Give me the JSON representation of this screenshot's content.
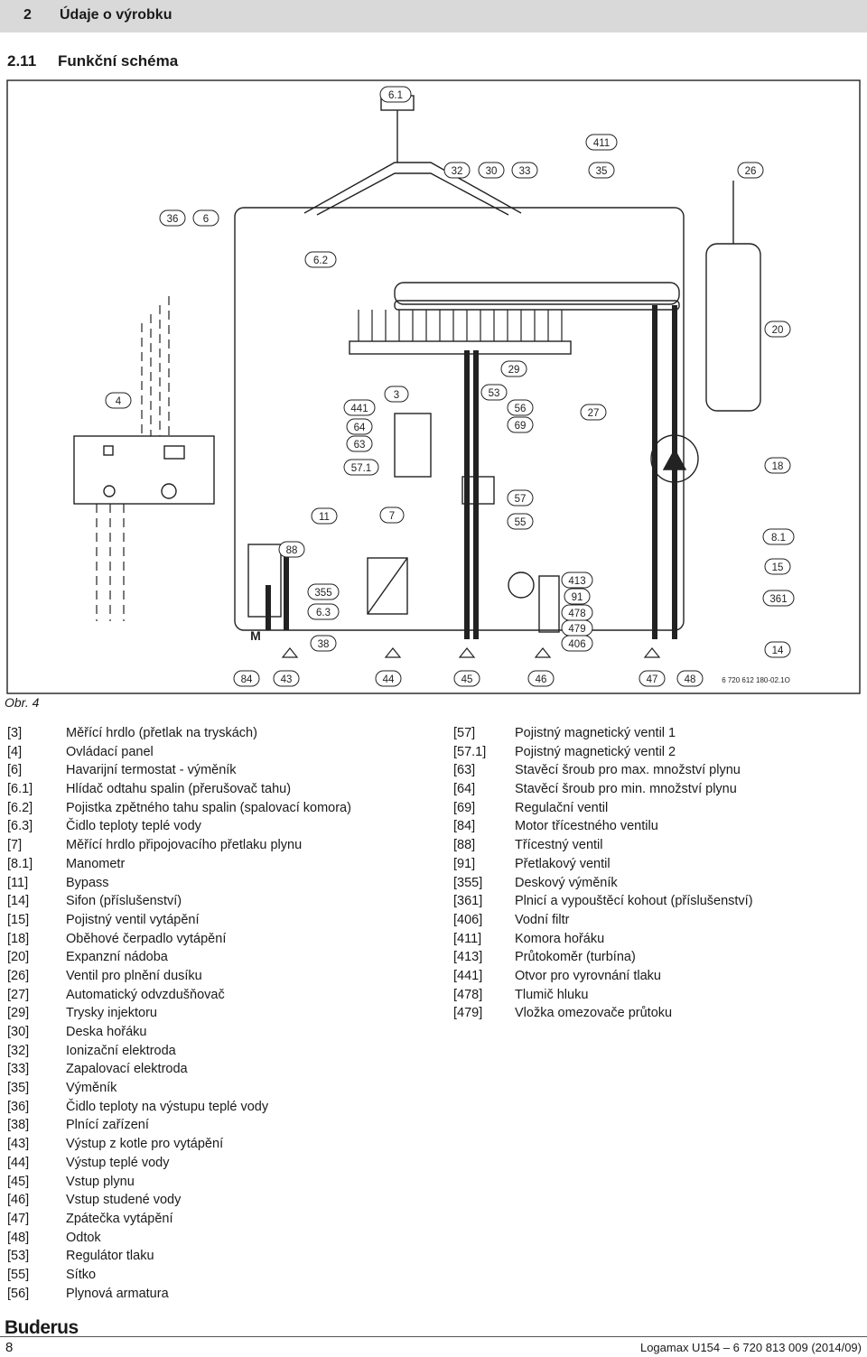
{
  "header": {
    "chapter_number": "2",
    "chapter_title": "Údaje o výrobku"
  },
  "section": {
    "number": "2.11",
    "title": "Funkční schéma"
  },
  "diagram": {
    "callouts": [
      "6.1",
      "411",
      "32",
      "30",
      "33",
      "35",
      "26",
      "36",
      "6",
      "6.2",
      "20",
      "29",
      "4",
      "3",
      "53",
      "441",
      "56",
      "69",
      "27",
      "64",
      "63",
      "57.1",
      "18",
      "57",
      "11",
      "7",
      "55",
      "8.1",
      "88",
      "15",
      "413",
      "91",
      "355",
      "361",
      "6.3",
      "478",
      "479",
      "M",
      "38",
      "406",
      "14",
      "84",
      "43",
      "44",
      "45",
      "46",
      "47",
      "48"
    ],
    "drawing_number": "6 720 612 180-02.1O"
  },
  "figure_caption": "Obr. 4",
  "legend_left": [
    {
      "key": "[3]",
      "text": "Měřící hrdlo (přetlak na tryskách)"
    },
    {
      "key": "[4]",
      "text": "Ovládací panel"
    },
    {
      "key": "[6]",
      "text": "Havarijní termostat - výměník"
    },
    {
      "key": "[6.1]",
      "text": "Hlídač odtahu spalin (přerušovač tahu)"
    },
    {
      "key": "[6.2]",
      "text": "Pojistka zpětného tahu spalin (spalovací komora)"
    },
    {
      "key": "[6.3]",
      "text": "Čidlo teploty teplé vody"
    },
    {
      "key": "[7]",
      "text": "Měřící hrdlo připojovacího přetlaku plynu"
    },
    {
      "key": "[8.1]",
      "text": "Manometr"
    },
    {
      "key": "[11]",
      "text": "Bypass"
    },
    {
      "key": "[14]",
      "text": "Sifon (příslušenství)"
    },
    {
      "key": "[15]",
      "text": "Pojistný ventil vytápění"
    },
    {
      "key": "[18]",
      "text": "Oběhové čerpadlo vytápění"
    },
    {
      "key": "[20]",
      "text": "Expanzní nádoba"
    },
    {
      "key": "[26]",
      "text": "Ventil pro plnění dusíku"
    },
    {
      "key": "[27]",
      "text": "Automatický odvzdušňovač"
    },
    {
      "key": "[29]",
      "text": "Trysky injektoru"
    },
    {
      "key": "[30]",
      "text": "Deska hořáku"
    },
    {
      "key": "[32]",
      "text": "Ionizační elektroda"
    },
    {
      "key": "[33]",
      "text": "Zapalovací elektroda"
    },
    {
      "key": "[35]",
      "text": "Výměník"
    },
    {
      "key": "[36]",
      "text": "Čidlo teploty na výstupu teplé vody"
    },
    {
      "key": "[38]",
      "text": "Plnící zařízení"
    },
    {
      "key": "[43]",
      "text": "Výstup z kotle pro vytápění"
    },
    {
      "key": "[44]",
      "text": "Výstup teplé vody"
    },
    {
      "key": "[45]",
      "text": "Vstup plynu"
    },
    {
      "key": "[46]",
      "text": "Vstup studené vody"
    },
    {
      "key": "[47]",
      "text": "Zpátečka vytápění"
    },
    {
      "key": "[48]",
      "text": "Odtok"
    },
    {
      "key": "[53]",
      "text": "Regulátor tlaku"
    },
    {
      "key": "[55]",
      "text": "Sítko"
    },
    {
      "key": "[56]",
      "text": "Plynová armatura"
    }
  ],
  "legend_right": [
    {
      "key": "[57]",
      "text": "Pojistný magnetický ventil 1"
    },
    {
      "key": "[57.1]",
      "text": "Pojistný magnetický ventil 2"
    },
    {
      "key": "[63]",
      "text": "Stavěcí šroub pro max. množství plynu"
    },
    {
      "key": "[64]",
      "text": "Stavěcí šroub pro min. množství plynu"
    },
    {
      "key": "[69]",
      "text": "Regulační ventil"
    },
    {
      "key": "[84]",
      "text": "Motor třícestného ventilu"
    },
    {
      "key": "[88]",
      "text": "Třícestný ventil"
    },
    {
      "key": "[91]",
      "text": "Přetlakový ventil"
    },
    {
      "key": "[355]",
      "text": "Deskový výměník"
    },
    {
      "key": "[361]",
      "text": "Plnicí a vypouštěcí kohout (příslušenství)"
    },
    {
      "key": "[406]",
      "text": "Vodní filtr"
    },
    {
      "key": "[411]",
      "text": "Komora hořáku"
    },
    {
      "key": "[413]",
      "text": "Průtokoměr (turbína)"
    },
    {
      "key": "[441]",
      "text": "Otvor pro vyrovnání tlaku"
    },
    {
      "key": "[478]",
      "text": "Tlumič hluku"
    },
    {
      "key": "[479]",
      "text": "Vložka omezovače průtoku"
    }
  ],
  "footer": {
    "logo": "Buderus",
    "page_number": "8",
    "document": "Logamax U154 – 6 720 813 009 (2014/09)"
  }
}
